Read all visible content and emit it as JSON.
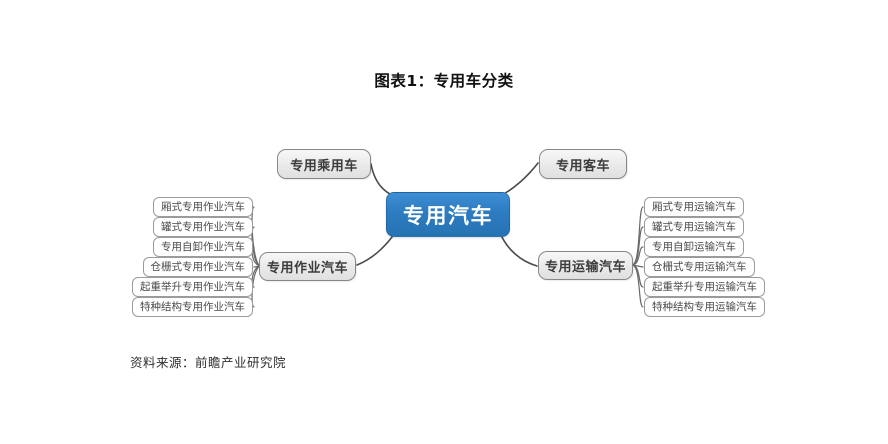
{
  "page": {
    "title": "图表1：专用车分类",
    "source": "资料来源：前瞻产业研究院"
  },
  "colors": {
    "root_fill": "#2D7CC0",
    "root_text": "#FFFFFF",
    "branch_fill": "#EAEAEA",
    "branch_border": "#878787",
    "leaf_fill": "#FFFFFF",
    "leaf_border": "#9B9B9B",
    "connector_line": "#4B4B4B"
  },
  "mindmap": {
    "root": "专用汽车",
    "branches": [
      {
        "label": "专用乘用车",
        "position": "top-left",
        "children": []
      },
      {
        "label": "专用客车",
        "position": "top-right",
        "children": []
      },
      {
        "label": "专用作业汽车",
        "position": "middle-left",
        "children": [
          "厢式专用作业汽车",
          "罐式专用作业汽车",
          "专用自卸作业汽车",
          "仓栅式专用作业汽车",
          "起重举升专用作业汽车",
          "特种结构专用作业汽车"
        ]
      },
      {
        "label": "专用运输汽车",
        "position": "middle-right",
        "children": [
          "厢式专用运输汽车",
          "罐式专用运输汽车",
          "专用自卸运输汽车",
          "仓栅式专用运输汽车",
          "起重举升专用运输汽车",
          "特种结构专用运输汽车"
        ]
      }
    ]
  }
}
